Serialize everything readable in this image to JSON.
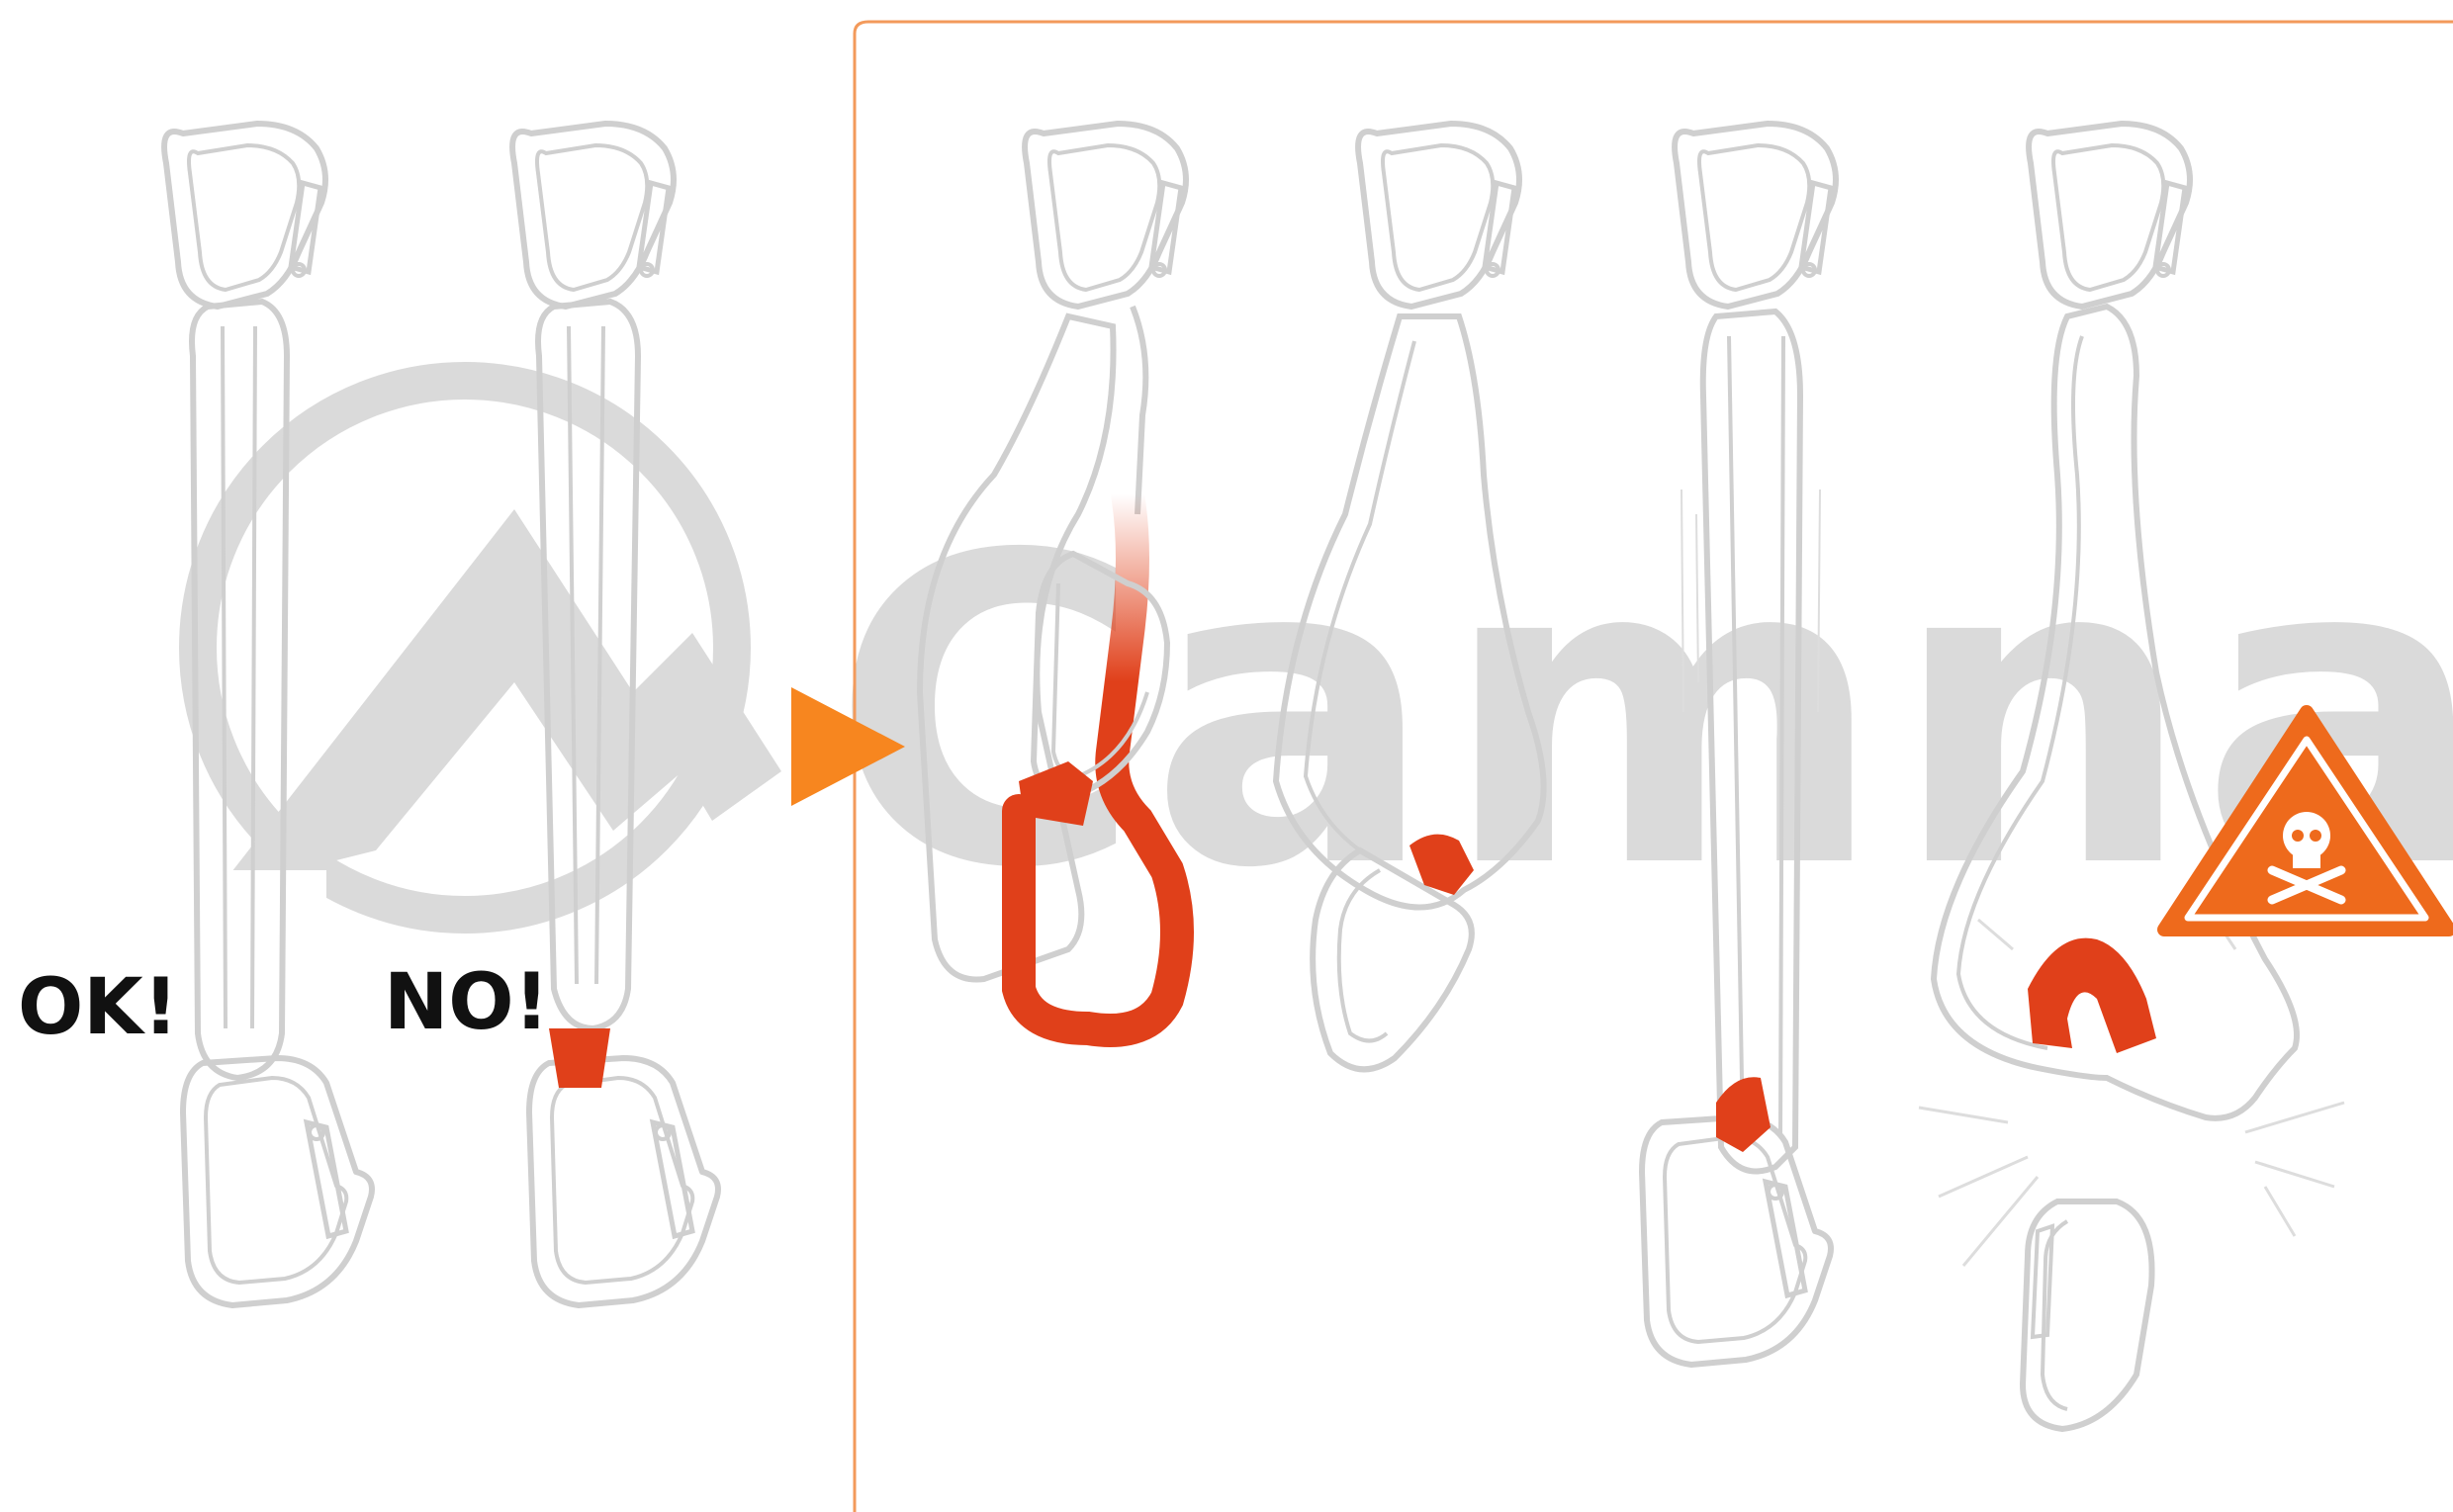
{
  "labels": {
    "ok": "OK!",
    "no": "NO!"
  },
  "watermark": {
    "text": "Camnal"
  },
  "colors": {
    "outline": "#cfcfcf",
    "sling_red": "#e0401a",
    "panel_border": "#f39a5b",
    "arrow": "#f7861f",
    "warning_fill": "#ee6a1c",
    "watermark": "#d6d6d6"
  },
  "icons": {
    "arrow": "play-arrow-icon",
    "warning": "skull-warning-icon",
    "logo": "mountain-circle-logo-icon"
  }
}
